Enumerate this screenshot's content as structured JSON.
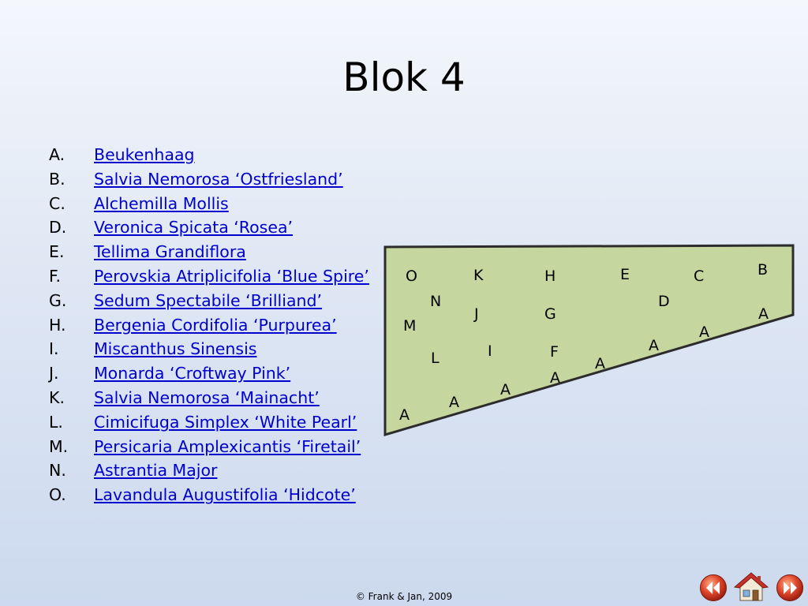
{
  "slide": {
    "title": "Blok 4",
    "footer": "© Frank & Jan, 2009"
  },
  "plants": [
    {
      "letter": "A.",
      "name": "Beukenhaag"
    },
    {
      "letter": "B.",
      "name": "Salvia Nemorosa ‘Ostfriesland’"
    },
    {
      "letter": "C.",
      "name": "Alchemilla Mollis"
    },
    {
      "letter": "D.",
      "name": "Veronica Spicata ‘Rosea’"
    },
    {
      "letter": "E.",
      "name": "Tellima Grandiflora"
    },
    {
      "letter": "F.",
      "name": "Perovskia Atriplicifolia ‘Blue Spire’"
    },
    {
      "letter": "G.",
      "name": "Sedum Spectabile ‘Brilliand’"
    },
    {
      "letter": "H.",
      "name": "Bergenia Cordifolia ‘Purpurea’"
    },
    {
      "letter": "I.",
      "name": "Miscanthus Sinensis"
    },
    {
      "letter": "J.",
      "name": "Monarda ‘Croftway Pink’"
    },
    {
      "letter": "K.",
      "name": "Salvia Nemorosa ‘Mainacht’"
    },
    {
      "letter": "L.",
      "name": "Cimicifuga Simplex ‘White Pearl’"
    },
    {
      "letter": "M.",
      "name": "Persicaria Amplexicantis ‘Firetail’"
    },
    {
      "letter": "N.",
      "name": "Astrantia Major"
    },
    {
      "letter": "O.",
      "name": "Lavandula Augustifolia ‘Hidcote’"
    }
  ],
  "plan_labels": {
    "o": "O",
    "k": "K",
    "h": "H",
    "e": "E",
    "c": "C",
    "b": "B",
    "n": "N",
    "d": "D",
    "j": "J",
    "g": "G",
    "m": "M",
    "l": "L",
    "i": "I",
    "f": "F",
    "a": "A"
  },
  "colors": {
    "bed_fill": "#c5d79e",
    "bed_stroke": "#2c2c2c",
    "link": "#0000cc",
    "nav_button": "#e0472a",
    "home_roof": "#c8302a"
  },
  "icons": {
    "previous": "rewind-icon",
    "home": "home-icon",
    "next": "fast-forward-icon"
  }
}
